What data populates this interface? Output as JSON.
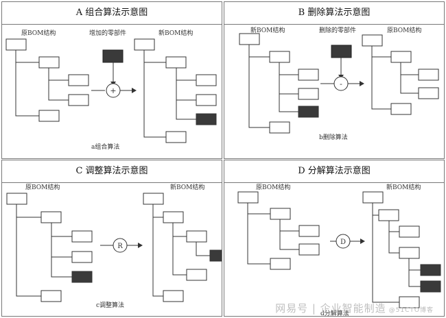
{
  "panels": {
    "a": {
      "title": "A 组合算法示意图",
      "label_left": "原BOM结构",
      "label_part": "增加的零部件",
      "label_right": "新BOM结构",
      "operator": "+",
      "caption": "a组合算法"
    },
    "b": {
      "title": "B 删除算法示意图",
      "label_left": "新BOM结构",
      "label_part": "删除的零部件",
      "label_right": "原BOM结构",
      "operator": "-",
      "caption": "b删除算法"
    },
    "c": {
      "title": "C 调整算法示意图",
      "label_left": "原BOM结构",
      "label_right": "新BOM结构",
      "operator": "R",
      "caption": "c调整算法"
    },
    "d": {
      "title": "D 分解算法示意图",
      "label_left": "原BOM结构",
      "label_right": "新BOM结构",
      "operator": "D",
      "caption": "d分解算法"
    }
  },
  "watermark": {
    "text": "网易号 | 企业智能制造",
    "sub": "@51CTO博客"
  },
  "colors": {
    "node_fill": "#ffffff",
    "node_dark": "#3a3a3a",
    "line": "#333333",
    "border": "#777777"
  }
}
